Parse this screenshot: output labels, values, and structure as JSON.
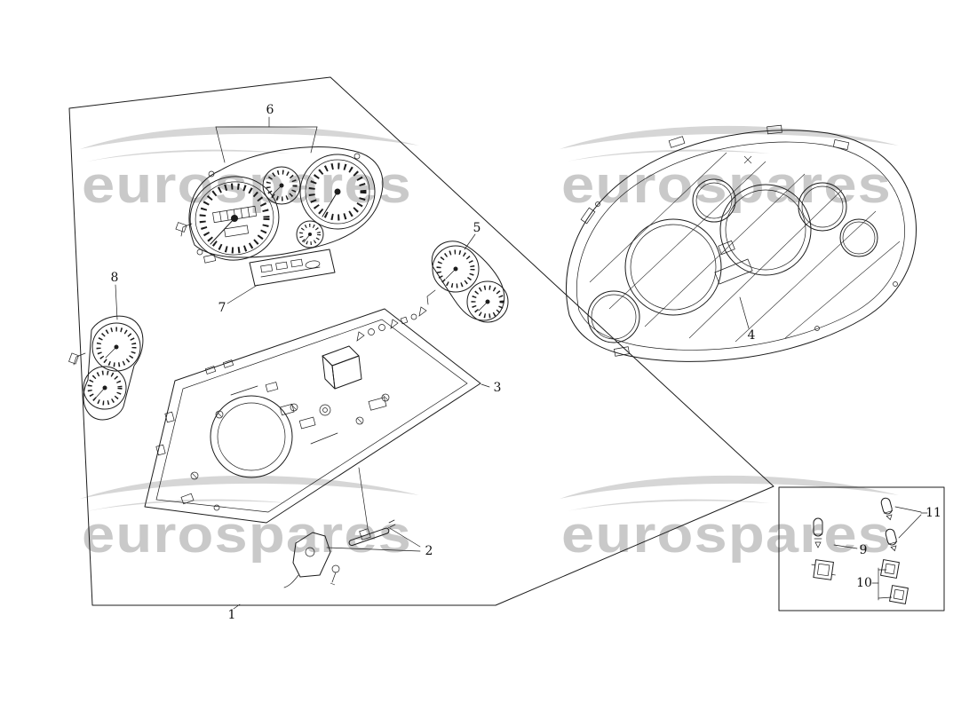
{
  "watermark": {
    "text": "eurospares"
  },
  "callouts": {
    "1": "1",
    "2": "2",
    "3": "3",
    "4": "4",
    "5": "5",
    "6": "6",
    "7": "7",
    "8": "8",
    "9": "9",
    "10": "10",
    "11": "11"
  }
}
